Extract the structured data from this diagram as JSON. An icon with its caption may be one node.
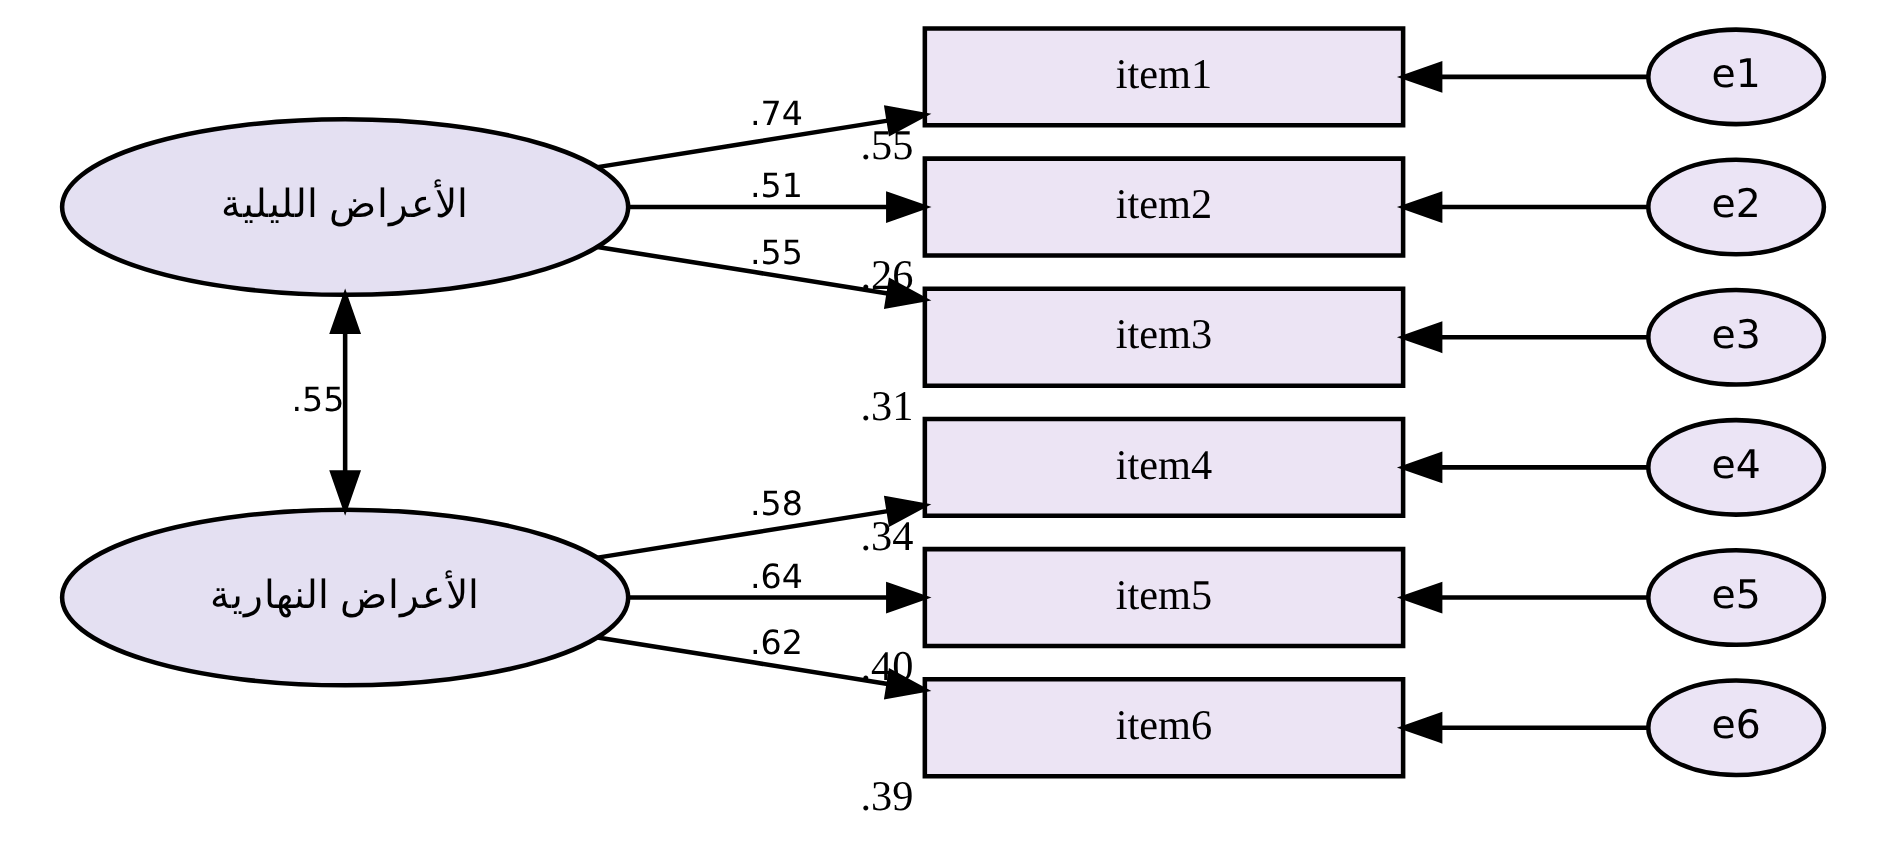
{
  "diagram": {
    "nodes": [
      {
        "text": [
          "الأعراض الليلية"
        ]
      },
      {
        "text": [
          "الأعراض النهارية"
        ]
      },
      {
        "text": [
          "item1"
        ],
        "beside": [
          ".55"
        ]
      },
      {
        "text": [
          "item2"
        ],
        "beside": [
          ".26"
        ]
      },
      {
        "text": [
          "item3"
        ],
        "beside": [
          ".31"
        ]
      },
      {
        "text": [
          "item4"
        ],
        "beside": [
          ".34"
        ]
      },
      {
        "text": [
          "item5"
        ],
        "beside": [
          ".40"
        ]
      },
      {
        "text": [
          "item6"
        ],
        "beside": [
          ".39"
        ]
      },
      {
        "text": [
          "e1"
        ]
      },
      {
        "text": [
          "e2"
        ]
      },
      {
        "text": [
          "e3"
        ]
      },
      {
        "text": [
          "e4"
        ]
      },
      {
        "text": [
          "e5"
        ]
      },
      {
        "text": [
          "e6"
        ]
      }
    ],
    "edges": [
      {
        "from": 0,
        "to": 1,
        "arrow": "both",
        "label": ".55"
      },
      {
        "from": 0,
        "to": 2,
        "arrow": "to",
        "label": ".74"
      },
      {
        "from": 0,
        "to": 3,
        "arrow": "to",
        "label": ".51"
      },
      {
        "from": 0,
        "to": 4,
        "arrow": "to",
        "label": ".55"
      },
      {
        "from": 1,
        "to": 5,
        "arrow": "to",
        "label": ".58"
      },
      {
        "from": 1,
        "to": 6,
        "arrow": "to",
        "label": ".64"
      },
      {
        "from": 1,
        "to": 7,
        "arrow": "to",
        "label": ".62"
      },
      {
        "from": 8,
        "to": 2,
        "arrow": "to"
      },
      {
        "from": 9,
        "to": 3,
        "arrow": "to"
      },
      {
        "from": 10,
        "to": 4,
        "arrow": "to"
      },
      {
        "from": 11,
        "to": 5,
        "arrow": "to"
      },
      {
        "from": 12,
        "to": 6,
        "arrow": "to"
      },
      {
        "from": 13,
        "to": 7,
        "arrow": "to"
      }
    ]
  }
}
